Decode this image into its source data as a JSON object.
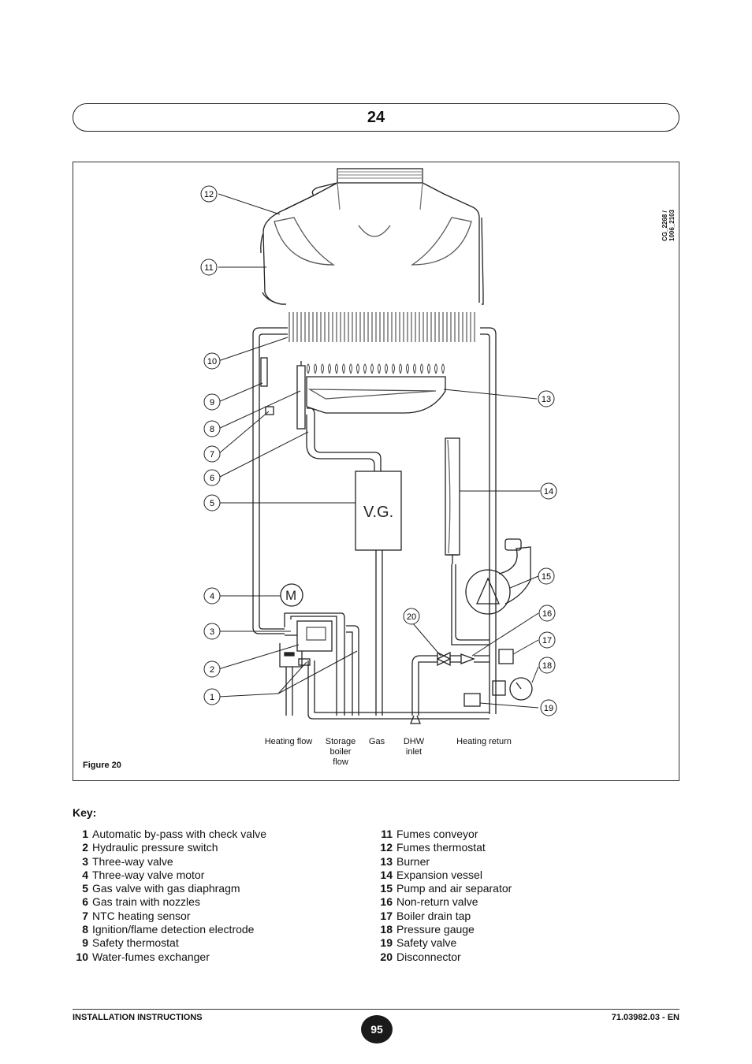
{
  "section": {
    "number": "24"
  },
  "figure": {
    "caption": "Figure 20",
    "code": "CG_2268 / 1006_2103",
    "gas_valve_label": "V.G.",
    "motor_label": "M",
    "connections": [
      {
        "text": "Heating flow"
      },
      {
        "text": "Storage\nboiler\nflow"
      },
      {
        "text": "Gas"
      },
      {
        "text": "DHW\ninlet"
      },
      {
        "text": "Heating return"
      }
    ],
    "callouts": [
      "1",
      "2",
      "3",
      "4",
      "5",
      "6",
      "7",
      "8",
      "9",
      "10",
      "11",
      "12",
      "13",
      "14",
      "15",
      "16",
      "17",
      "18",
      "19",
      "20"
    ]
  },
  "key": {
    "title": "Key:",
    "items": [
      {
        "num": "1",
        "label": "Automatic by-pass with check valve"
      },
      {
        "num": "2",
        "label": "Hydraulic pressure switch"
      },
      {
        "num": "3",
        "label": "Three-way valve"
      },
      {
        "num": "4",
        "label": "Three-way valve motor"
      },
      {
        "num": "5",
        "label": "Gas valve with gas diaphragm"
      },
      {
        "num": "6",
        "label": "Gas train with nozzles"
      },
      {
        "num": "7",
        "label": "NTC heating sensor"
      },
      {
        "num": "8",
        "label": "Ignition/flame detection electrode"
      },
      {
        "num": "9",
        "label": "Safety thermostat"
      },
      {
        "num": "10",
        "label": "Water-fumes exchanger"
      },
      {
        "num": "11",
        "label": "Fumes conveyor"
      },
      {
        "num": "12",
        "label": "Fumes thermostat"
      },
      {
        "num": "13",
        "label": "Burner"
      },
      {
        "num": "14",
        "label": "Expansion vessel"
      },
      {
        "num": "15",
        "label": "Pump and air separator"
      },
      {
        "num": "16",
        "label": "Non-return valve"
      },
      {
        "num": "17",
        "label": "Boiler drain tap"
      },
      {
        "num": "18",
        "label": "Pressure gauge"
      },
      {
        "num": "19",
        "label": "Safety valve"
      },
      {
        "num": "20",
        "label": "Disconnector"
      }
    ]
  },
  "footer": {
    "left": "INSTALLATION INSTRUCTIONS",
    "page": "95",
    "right": "71.03982.03 - EN"
  }
}
